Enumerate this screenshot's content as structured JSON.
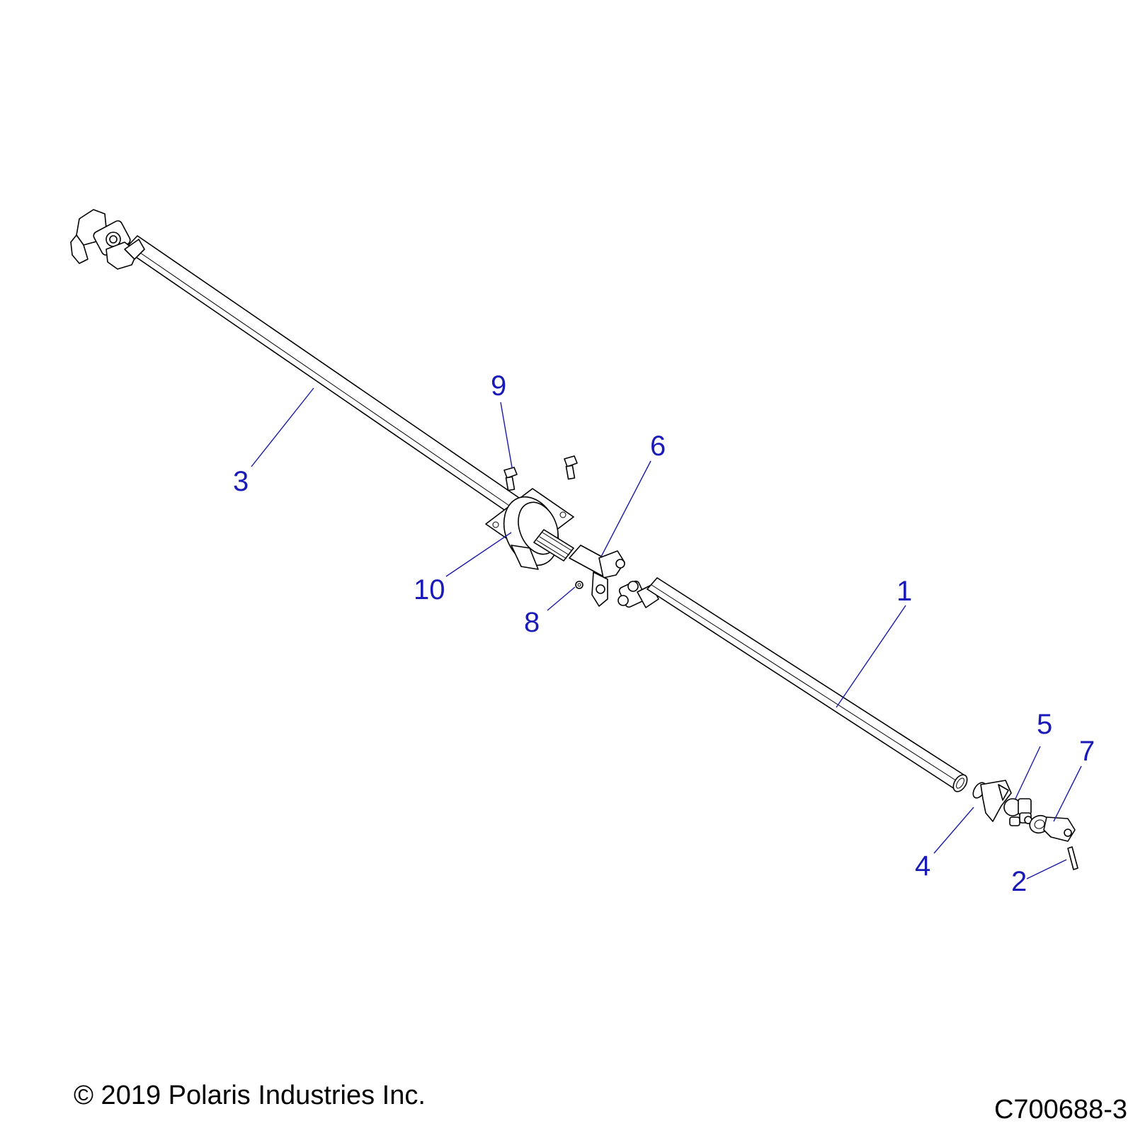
{
  "callouts": [
    {
      "id": "1",
      "label": "1"
    },
    {
      "id": "2",
      "label": "2"
    },
    {
      "id": "3",
      "label": "3"
    },
    {
      "id": "4",
      "label": "4"
    },
    {
      "id": "5",
      "label": "5"
    },
    {
      "id": "6",
      "label": "6"
    },
    {
      "id": "7",
      "label": "7"
    },
    {
      "id": "8",
      "label": "8"
    },
    {
      "id": "9",
      "label": "9"
    },
    {
      "id": "10",
      "label": "10"
    }
  ],
  "footer": {
    "copyright": "© 2019 Polaris Industries Inc.",
    "drawing_id": "C700688-3"
  },
  "colors": {
    "callout": "#1a1ab8",
    "line": "#000000"
  }
}
